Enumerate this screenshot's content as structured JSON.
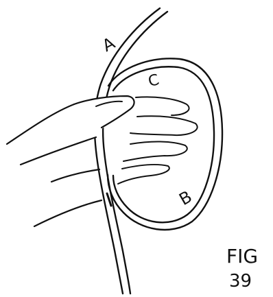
{
  "figure": {
    "labels": {
      "a": "A",
      "b": "B",
      "c": "C"
    },
    "caption": {
      "line1": "FIG",
      "line2": "39"
    }
  }
}
